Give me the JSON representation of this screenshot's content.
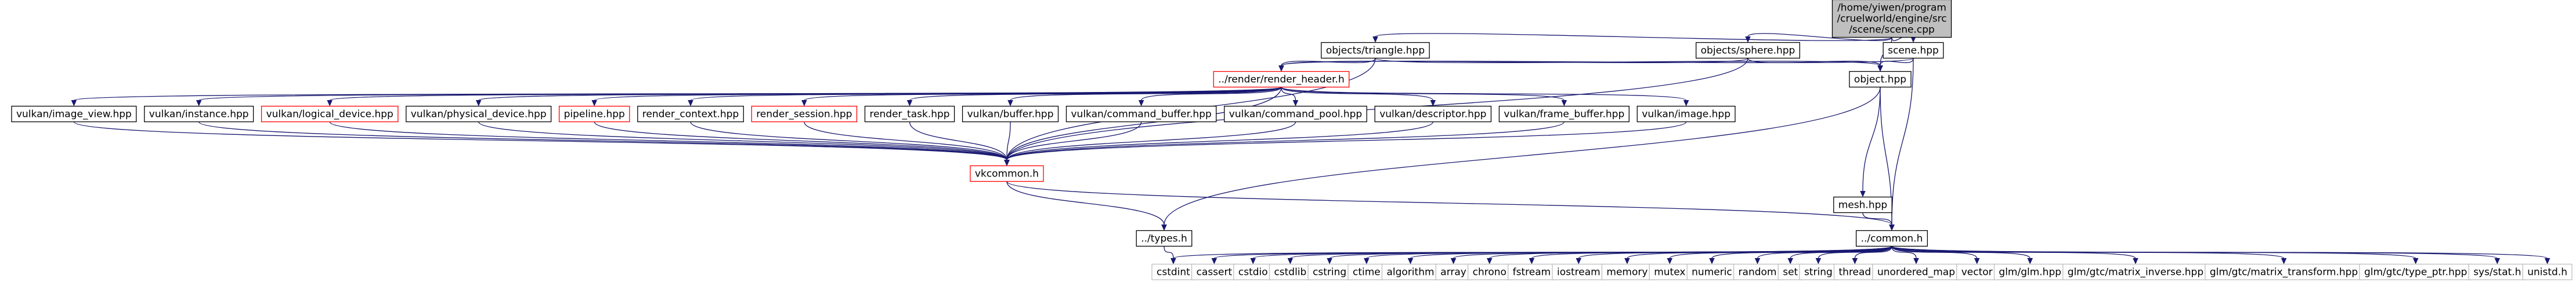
{
  "graph": {
    "nodes": [
      {
        "id": "root",
        "lines": [
          "/home/yiwen/program",
          "/cruelworld/engine/src",
          "/scene/scene.cpp"
        ],
        "style": "root"
      },
      {
        "id": "triangle",
        "lines": [
          "objects/triangle.hpp"
        ],
        "style": "normal"
      },
      {
        "id": "sphere",
        "lines": [
          "objects/sphere.hpp"
        ],
        "style": "normal"
      },
      {
        "id": "scene",
        "lines": [
          "scene.hpp"
        ],
        "style": "normal"
      },
      {
        "id": "render_header",
        "lines": [
          "../render/render_header.h"
        ],
        "style": "red"
      },
      {
        "id": "object",
        "lines": [
          "object.hpp"
        ],
        "style": "normal"
      },
      {
        "id": "image_view",
        "lines": [
          "vulkan/image_view.hpp"
        ],
        "style": "normal"
      },
      {
        "id": "instance",
        "lines": [
          "vulkan/instance.hpp"
        ],
        "style": "normal"
      },
      {
        "id": "logical_device",
        "lines": [
          "vulkan/logical_device.hpp"
        ],
        "style": "red"
      },
      {
        "id": "physical_device",
        "lines": [
          "vulkan/physical_device.hpp"
        ],
        "style": "normal"
      },
      {
        "id": "pipeline",
        "lines": [
          "pipeline.hpp"
        ],
        "style": "red"
      },
      {
        "id": "render_context",
        "lines": [
          "render_context.hpp"
        ],
        "style": "normal"
      },
      {
        "id": "render_session",
        "lines": [
          "render_session.hpp"
        ],
        "style": "red"
      },
      {
        "id": "render_task",
        "lines": [
          "render_task.hpp"
        ],
        "style": "normal"
      },
      {
        "id": "buffer",
        "lines": [
          "vulkan/buffer.hpp"
        ],
        "style": "normal"
      },
      {
        "id": "command_buffer",
        "lines": [
          "vulkan/command_buffer.hpp"
        ],
        "style": "normal"
      },
      {
        "id": "command_pool",
        "lines": [
          "vulkan/command_pool.hpp"
        ],
        "style": "normal"
      },
      {
        "id": "descriptor",
        "lines": [
          "vulkan/descriptor.hpp"
        ],
        "style": "normal"
      },
      {
        "id": "frame_buffer",
        "lines": [
          "vulkan/frame_buffer.hpp"
        ],
        "style": "normal"
      },
      {
        "id": "image",
        "lines": [
          "vulkan/image.hpp"
        ],
        "style": "normal"
      },
      {
        "id": "mesh",
        "lines": [
          "mesh.hpp"
        ],
        "style": "normal"
      },
      {
        "id": "vkcommon",
        "lines": [
          "vkcommon.h"
        ],
        "style": "red"
      },
      {
        "id": "types",
        "lines": [
          "../types.h"
        ],
        "style": "normal"
      },
      {
        "id": "common",
        "lines": [
          "../common.h"
        ],
        "style": "normal"
      },
      {
        "id": "cstdint",
        "lines": [
          "cstdint"
        ],
        "style": "gray"
      },
      {
        "id": "cassert",
        "lines": [
          "cassert"
        ],
        "style": "gray"
      },
      {
        "id": "cstdio",
        "lines": [
          "cstdio"
        ],
        "style": "gray"
      },
      {
        "id": "cstdlib",
        "lines": [
          "cstdlib"
        ],
        "style": "gray"
      },
      {
        "id": "cstring",
        "lines": [
          "cstring"
        ],
        "style": "gray"
      },
      {
        "id": "ctime",
        "lines": [
          "ctime"
        ],
        "style": "gray"
      },
      {
        "id": "algorithm",
        "lines": [
          "algorithm"
        ],
        "style": "gray"
      },
      {
        "id": "array",
        "lines": [
          "array"
        ],
        "style": "gray"
      },
      {
        "id": "chrono",
        "lines": [
          "chrono"
        ],
        "style": "gray"
      },
      {
        "id": "fstream",
        "lines": [
          "fstream"
        ],
        "style": "gray"
      },
      {
        "id": "iostream",
        "lines": [
          "iostream"
        ],
        "style": "gray"
      },
      {
        "id": "memory",
        "lines": [
          "memory"
        ],
        "style": "gray"
      },
      {
        "id": "mutex",
        "lines": [
          "mutex"
        ],
        "style": "gray"
      },
      {
        "id": "numeric",
        "lines": [
          "numeric"
        ],
        "style": "gray"
      },
      {
        "id": "random",
        "lines": [
          "random"
        ],
        "style": "gray"
      },
      {
        "id": "set",
        "lines": [
          "set"
        ],
        "style": "gray"
      },
      {
        "id": "string",
        "lines": [
          "string"
        ],
        "style": "gray"
      },
      {
        "id": "thread",
        "lines": [
          "thread"
        ],
        "style": "gray"
      },
      {
        "id": "unordered_map",
        "lines": [
          "unordered_map"
        ],
        "style": "gray"
      },
      {
        "id": "vector",
        "lines": [
          "vector"
        ],
        "style": "gray"
      },
      {
        "id": "glm",
        "lines": [
          "glm/glm.hpp"
        ],
        "style": "gray"
      },
      {
        "id": "matrix_inverse",
        "lines": [
          "glm/gtc/matrix_inverse.hpp"
        ],
        "style": "gray"
      },
      {
        "id": "matrix_transform",
        "lines": [
          "glm/gtc/matrix_transform.hpp"
        ],
        "style": "gray"
      },
      {
        "id": "type_ptr",
        "lines": [
          "glm/gtc/type_ptr.hpp"
        ],
        "style": "gray"
      },
      {
        "id": "stat",
        "lines": [
          "sys/stat.h"
        ],
        "style": "gray"
      },
      {
        "id": "unistd",
        "lines": [
          "unistd.h"
        ],
        "style": "gray"
      }
    ],
    "edges": [
      [
        "root",
        "triangle"
      ],
      [
        "root",
        "sphere"
      ],
      [
        "root",
        "scene"
      ],
      [
        "root",
        "object"
      ],
      [
        "triangle",
        "render_header"
      ],
      [
        "triangle",
        "object"
      ],
      [
        "triangle",
        "vkcommon"
      ],
      [
        "sphere",
        "render_header"
      ],
      [
        "sphere",
        "object"
      ],
      [
        "sphere",
        "vkcommon"
      ],
      [
        "scene",
        "object"
      ],
      [
        "scene",
        "render_header"
      ],
      [
        "scene",
        "common"
      ],
      [
        "render_header",
        "image_view"
      ],
      [
        "render_header",
        "instance"
      ],
      [
        "render_header",
        "logical_device"
      ],
      [
        "render_header",
        "physical_device"
      ],
      [
        "render_header",
        "pipeline"
      ],
      [
        "render_header",
        "render_context"
      ],
      [
        "render_header",
        "render_session"
      ],
      [
        "render_header",
        "render_task"
      ],
      [
        "render_header",
        "buffer"
      ],
      [
        "render_header",
        "command_buffer"
      ],
      [
        "render_header",
        "command_pool"
      ],
      [
        "render_header",
        "descriptor"
      ],
      [
        "render_header",
        "frame_buffer"
      ],
      [
        "render_header",
        "image"
      ],
      [
        "render_header",
        "vkcommon"
      ],
      [
        "image_view",
        "vkcommon"
      ],
      [
        "instance",
        "vkcommon"
      ],
      [
        "logical_device",
        "vkcommon"
      ],
      [
        "physical_device",
        "vkcommon"
      ],
      [
        "pipeline",
        "vkcommon"
      ],
      [
        "render_context",
        "vkcommon"
      ],
      [
        "render_session",
        "vkcommon"
      ],
      [
        "render_task",
        "vkcommon"
      ],
      [
        "buffer",
        "vkcommon"
      ],
      [
        "command_buffer",
        "vkcommon"
      ],
      [
        "command_pool",
        "vkcommon"
      ],
      [
        "descriptor",
        "vkcommon"
      ],
      [
        "frame_buffer",
        "vkcommon"
      ],
      [
        "image",
        "vkcommon"
      ],
      [
        "object",
        "mesh"
      ],
      [
        "object",
        "types"
      ],
      [
        "object",
        "common"
      ],
      [
        "mesh",
        "common"
      ],
      [
        "vkcommon",
        "types"
      ],
      [
        "vkcommon",
        "common"
      ],
      [
        "types",
        "cstdint"
      ],
      [
        "common",
        "cstdint"
      ],
      [
        "common",
        "cassert"
      ],
      [
        "common",
        "cstdio"
      ],
      [
        "common",
        "cstdlib"
      ],
      [
        "common",
        "cstring"
      ],
      [
        "common",
        "ctime"
      ],
      [
        "common",
        "algorithm"
      ],
      [
        "common",
        "array"
      ],
      [
        "common",
        "chrono"
      ],
      [
        "common",
        "fstream"
      ],
      [
        "common",
        "iostream"
      ],
      [
        "common",
        "memory"
      ],
      [
        "common",
        "mutex"
      ],
      [
        "common",
        "numeric"
      ],
      [
        "common",
        "random"
      ],
      [
        "common",
        "set"
      ],
      [
        "common",
        "string"
      ],
      [
        "common",
        "thread"
      ],
      [
        "common",
        "unordered_map"
      ],
      [
        "common",
        "vector"
      ],
      [
        "common",
        "glm"
      ],
      [
        "common",
        "matrix_inverse"
      ],
      [
        "common",
        "matrix_transform"
      ],
      [
        "common",
        "type_ptr"
      ],
      [
        "common",
        "stat"
      ],
      [
        "common",
        "unistd"
      ]
    ]
  }
}
